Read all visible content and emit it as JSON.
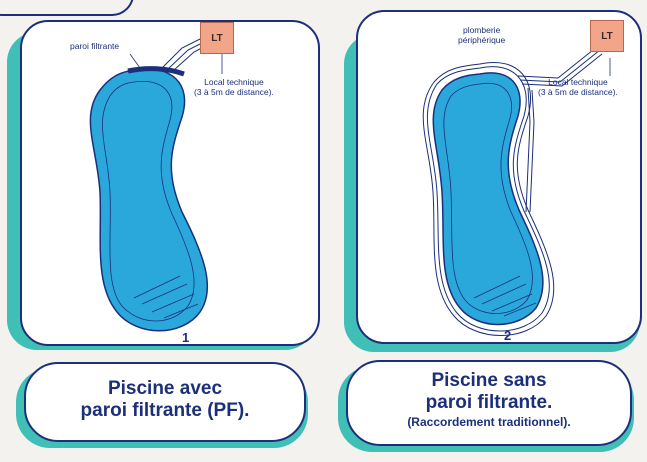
{
  "panel1": {
    "number": "1",
    "box_label": "LT",
    "wall_label": "paroi filtrante",
    "room_label_line1": "Local technique",
    "room_label_line2": "(3 à 5m de distance)."
  },
  "panel2": {
    "number": "2",
    "box_label": "LT",
    "plumbing_label_line1": "plomberie",
    "plumbing_label_line2": "périphérique",
    "room_label_line1": "Local technique",
    "room_label_line2": "(3 à 5m de distance)."
  },
  "caption1": {
    "line1": "Piscine avec",
    "line2": "paroi filtrante (PF)."
  },
  "caption2": {
    "line1": "Piscine sans",
    "line2": "paroi filtrante.",
    "line3": "(Raccordement traditionnel)."
  },
  "colors": {
    "pool": "#2aa8dc",
    "outline": "#1c2f7a",
    "teal_shadow": "#3fbfb6",
    "lt_box": "#f2a589"
  }
}
